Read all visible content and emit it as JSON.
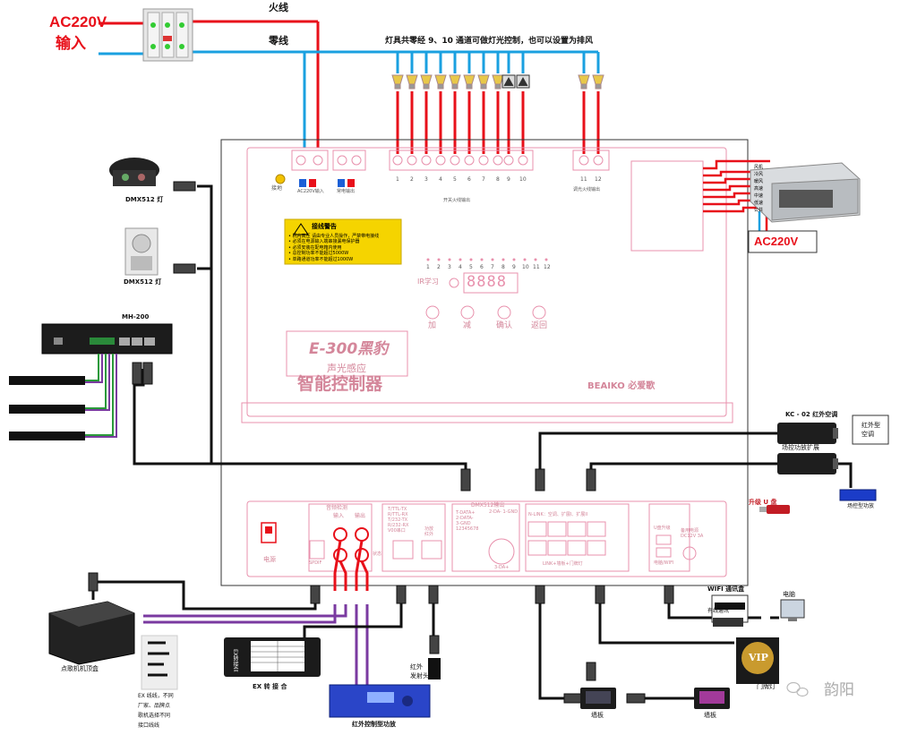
{
  "power_input": {
    "voltage": "AC220V",
    "label": "输入"
  },
  "lines": {
    "live": "火线",
    "neutral": "零线"
  },
  "lamp_note": "灯具共零经    9、10 通道可做灯光控制，也可以设置为排风",
  "controller": {
    "model": "E-300黑豹",
    "subtitle": "声光感应",
    "name": "智能控制器",
    "brand": "BEAIKO 必爱歌",
    "ground_label": "接地",
    "ac_in_label": "AC220V输入",
    "standby_out_label": "常电输出",
    "switch_out_label": "开关火线输出",
    "dimmer_out_label": "调光火线输出",
    "channels": [
      "1",
      "2",
      "3",
      "4",
      "5",
      "6",
      "7",
      "8",
      "9",
      "10"
    ],
    "dimmer_channels": [
      "11",
      "12"
    ],
    "indicator_numbers": [
      "1",
      "2",
      "3",
      "4",
      "5",
      "6",
      "7",
      "8",
      "9",
      "10",
      "11",
      "12"
    ],
    "ir_label": "IR学习",
    "display_value": "8888",
    "buttons": [
      "加",
      "减",
      "确认",
      "返回"
    ],
    "warning": {
      "title": "接线警告",
      "lines": [
        "• 机内高压 请由专业人员操作，严禁带电接线",
        "• 必须在电源输入端串接漏电保护器",
        "• 必须安装在配电箱内使用",
        "• 总控制功率不能超过5000W",
        "• 单路通道功率不能超过1000W"
      ]
    },
    "fan_labels": [
      "风机",
      "冷风",
      "暖风",
      "高速",
      "中速",
      "低速",
      "公共"
    ],
    "aux_ac": "AC220V"
  },
  "lower_panel": {
    "power_label": "电源",
    "spdif": "SPDIF",
    "audio_detect": "音频检测",
    "audio_in": "输入",
    "audio_out": "输出",
    "state": "状态",
    "serial_port": "T/TTL-TX\nR/TTL-RX\nT/232-TX\nR/232-RX\nV00串口",
    "ir_port": "功放\n红外",
    "dmx_title": "DMX512输出",
    "dmx_pins": "T-DATA+\n2-DATA-\n3-GND\n12345678",
    "dmx_pin_title": "2-DA- 1-GND",
    "dmx_connector": "3-DA+",
    "nlink_title": "N-LINK：空调、扩展I、扩展II",
    "link_label": "LINK+墙板+门牌灯",
    "usb_title": "U盘升级",
    "usb_sub": "电脑/WIFI",
    "backup_power": "备用电源\nDC12V 3A"
  },
  "devices": {
    "dmx_light_1": "DMX512 灯",
    "dmx_light_2": "DMX512 灯",
    "mh200": "MH-200",
    "ac_unit_ir": "KC - 02 红外空调",
    "ir_ac_callout": "红外型\n空调",
    "amp_ext": "场控功放扩展",
    "amp_field": "场控型功放",
    "upgrade_usb": "升级 U 盘",
    "wifi_module": "WIFI 通讯盒",
    "wired_comm": "有线通讯",
    "computer": "电脑",
    "vod_box": "点歌机机顶盒",
    "ex_cable_note": "EX 线线，不同\n厂家、品牌点\n歌机选择不同\n接口线线",
    "ex_adapter": "EX 转 接 合",
    "ex_table_title": "EX转接合",
    "ir_emitter": "红外\n发射头",
    "ir_amp": "红外控制型功放",
    "wall_panel_1": "墙板",
    "wall_panel_2": "墙板",
    "door_light": "门牌灯",
    "vip": "VIP"
  },
  "watermark": "韵阳",
  "colors": {
    "live": "#e8101a",
    "neutral": "#1aa0e0",
    "controller_outline": "#e890ac",
    "rgb_purple": "#7a3aa0",
    "rgb_green": "#2a9a3a"
  }
}
